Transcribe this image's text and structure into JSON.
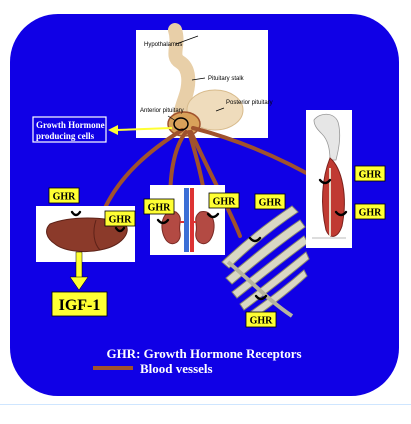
{
  "pituitary": {
    "hypothalamus_label": "Hypothalamus",
    "stalk_label": "Pituitary stalk",
    "anterior_label": "Anterior pituitary",
    "posterior_label": "Posterior pituitary"
  },
  "gh_cells_label_line1": "Growth Hormone",
  "gh_cells_label_line2": "producing cells",
  "receptor_label": "GHR",
  "igf_label": "IGF-1",
  "legend": {
    "receptors": "GHR: Growth Hormone Receptors",
    "vessels": "Blood vessels"
  },
  "colors": {
    "background": "#1000e6",
    "vessel": "#a0522d",
    "label_fill": "#ffff33",
    "gh_box_border": "#ffffff",
    "arrow": "#ffff33"
  }
}
